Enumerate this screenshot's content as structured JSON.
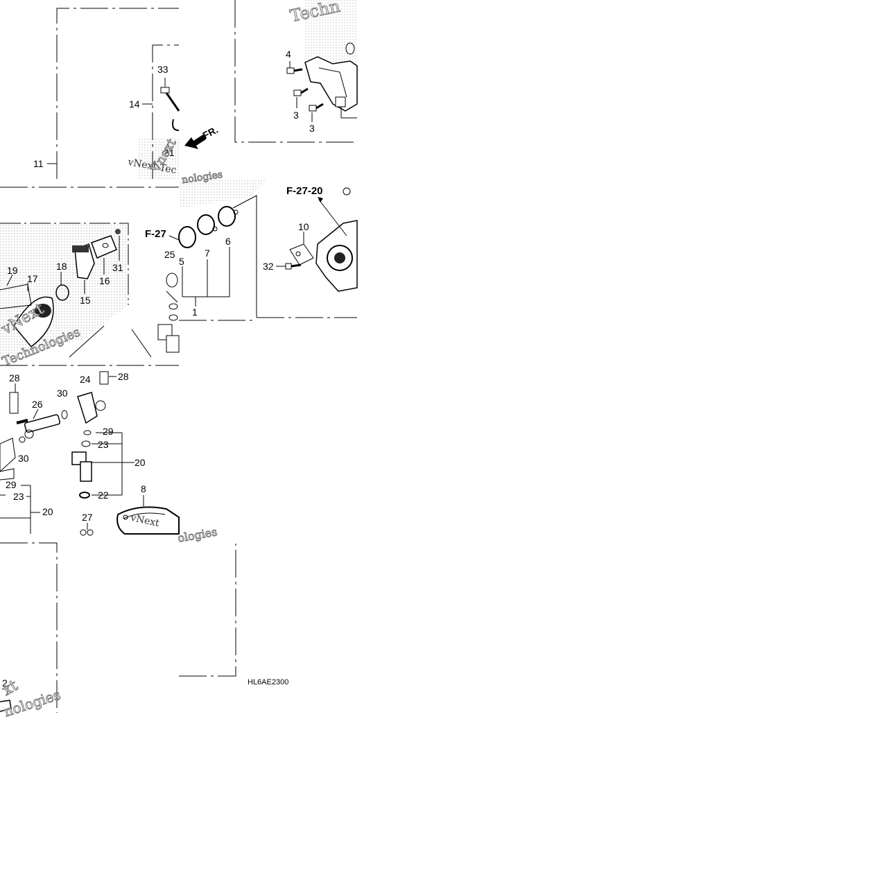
{
  "diagram": {
    "drawing_code": "HL6AE2300",
    "direction_label": "FR.",
    "reference_labels": [
      "F-27",
      "F-27-20"
    ],
    "watermark": {
      "brand_a": "vNext",
      "brand_b": "Technologies",
      "partial_a": "vNext Tec",
      "partial_b": "Techn",
      "partial_c": "nologies",
      "partial_d": "Vnext",
      "partial_e": "ologies",
      "partial_f": "xt",
      "partial_g": "nologies"
    },
    "callouts": {
      "c1": "1",
      "c2": "2",
      "c3a": "3",
      "c3b": "3",
      "c4": "4",
      "c5": "5",
      "c6": "6",
      "c7": "7",
      "c8": "8",
      "c10": "10",
      "c11": "11",
      "c14": "14",
      "c15": "15",
      "c16": "16",
      "c17": "17",
      "c18": "18",
      "c19": "19",
      "c20a": "20",
      "c20b": "20",
      "c21": "21",
      "c22": "22",
      "c23a": "23",
      "c23b": "23",
      "c24": "24",
      "c25": "25",
      "c26": "26",
      "c27": "27",
      "c28a": "28",
      "c28b": "28",
      "c29a": "29",
      "c29b": "29",
      "c30a": "30",
      "c30b": "30",
      "c31": "31",
      "c32": "32",
      "c33": "33"
    }
  }
}
